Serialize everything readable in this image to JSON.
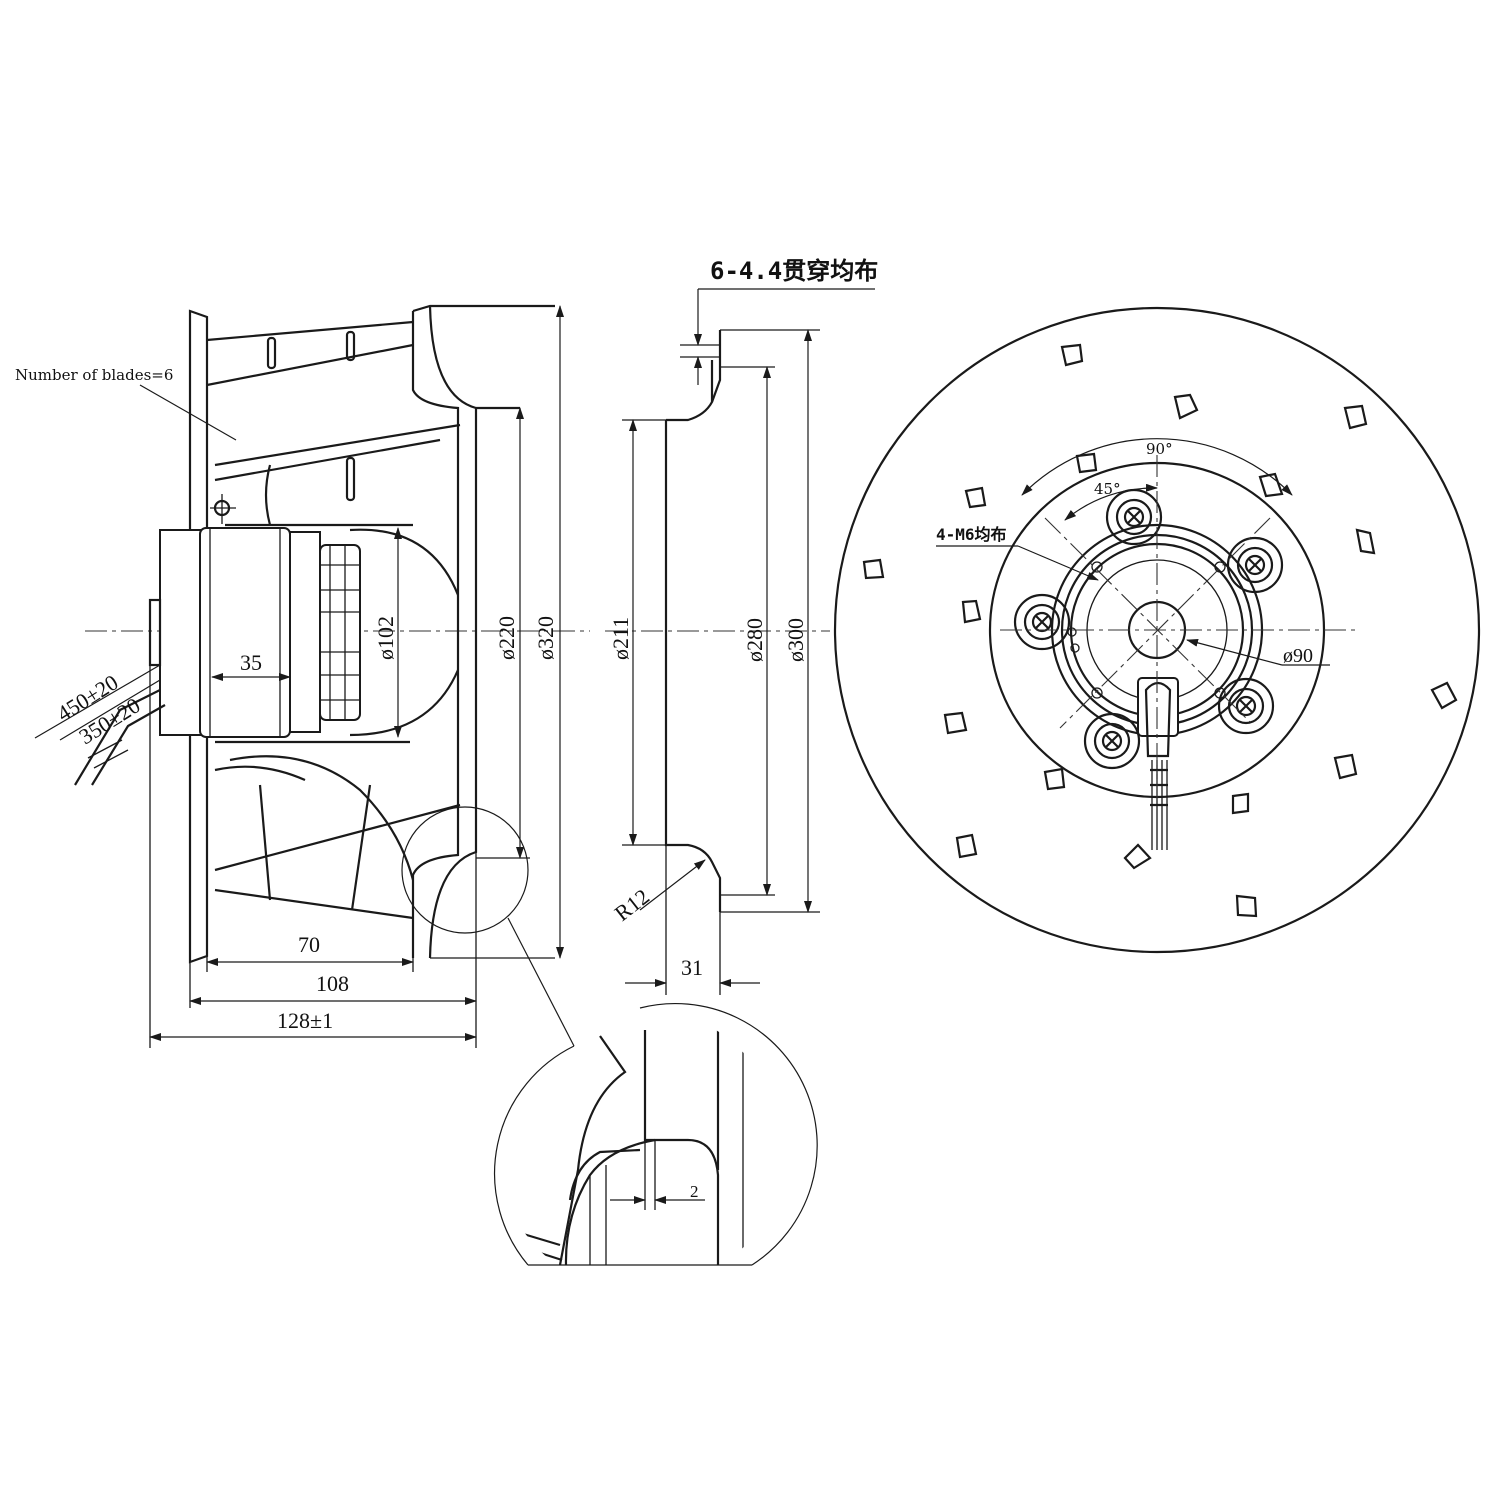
{
  "side_view": {
    "blades_label": "Number of blades=6",
    "dim_35": "35",
    "dim_70": "70",
    "dim_108": "108",
    "dim_128": "128±1",
    "dia_102": "ø102",
    "dia_220": "ø220",
    "dia_320": "ø320",
    "cable_450": "450±20",
    "cable_350": "350±20"
  },
  "section_view": {
    "holes_label": "6-4.4贯穿均布",
    "dia_211": "ø211",
    "dia_280": "ø280",
    "dia_300": "ø300",
    "radius": "R12",
    "dim_31": "31"
  },
  "front_view": {
    "angle_90": "90°",
    "angle_45": "45°",
    "thread_label": "4-M6均布",
    "dia_90": "ø90"
  },
  "detail_view": {
    "gap": "2"
  }
}
